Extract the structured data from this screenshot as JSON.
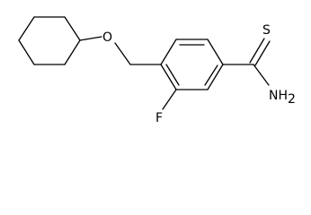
{
  "molecule": {
    "atoms": {
      "oxygen": "O",
      "sulfur": "S",
      "amine_main": "NH",
      "amine_subscript": "2",
      "fluorine": "F"
    }
  }
}
